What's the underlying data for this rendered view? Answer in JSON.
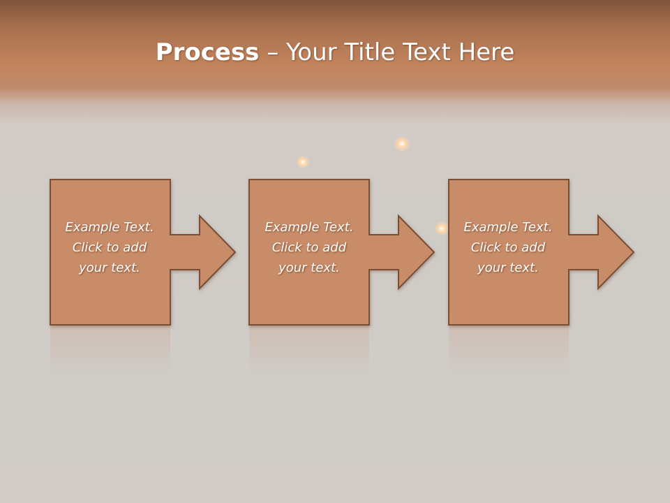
{
  "slide": {
    "title_bold": "Process",
    "title_rest": " – Your Title Text Here"
  },
  "steps": [
    {
      "line1": "Example Text.",
      "line2": "Click  to add",
      "line3": "your text."
    },
    {
      "line1": "Example Text.",
      "line2": "Click  to add",
      "line3": "your text."
    },
    {
      "line1": "Example Text.",
      "line2": "Click  to add",
      "line3": "your text."
    }
  ],
  "colors": {
    "shape_fill": "#c98c68",
    "shape_stroke": "#7a4e36",
    "header_band": "#c2845d",
    "background": "#d1ccc8"
  }
}
